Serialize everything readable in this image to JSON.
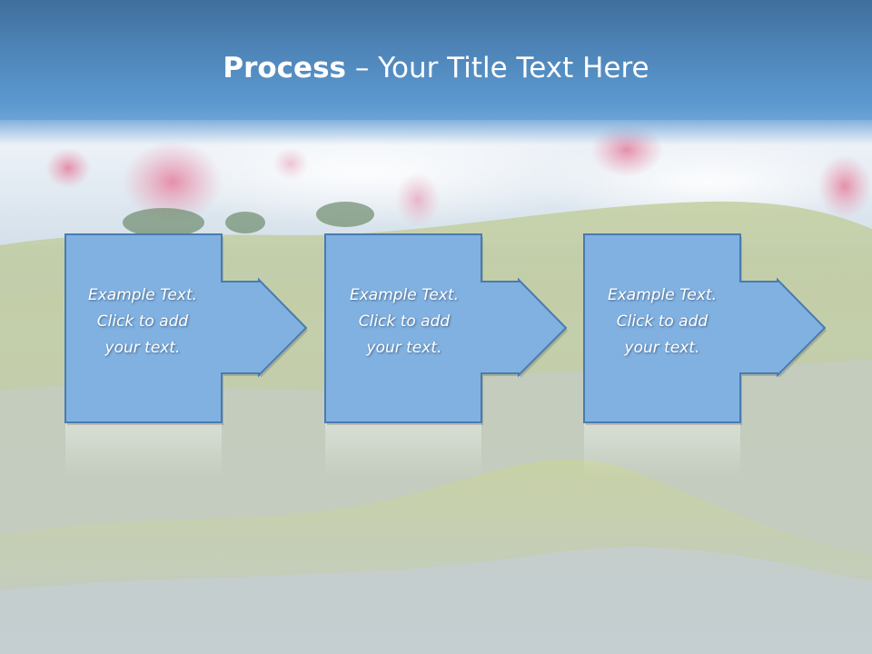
{
  "slide": {
    "title_bold": "Process",
    "title_rest": " – Your Title Text Here"
  },
  "steps": [
    {
      "line1": "Example Text.",
      "line2": "Click  to add",
      "line3": "your text."
    },
    {
      "line1": "Example Text.",
      "line2": "Click  to add",
      "line3": "your text."
    },
    {
      "line1": "Example Text.",
      "line2": "Click  to add",
      "line3": "your text."
    }
  ],
  "colors": {
    "title_bar": "#4f86ba",
    "step_fill": "#80b1e1",
    "step_border": "#4a7bb0",
    "text": "#ffffff"
  }
}
